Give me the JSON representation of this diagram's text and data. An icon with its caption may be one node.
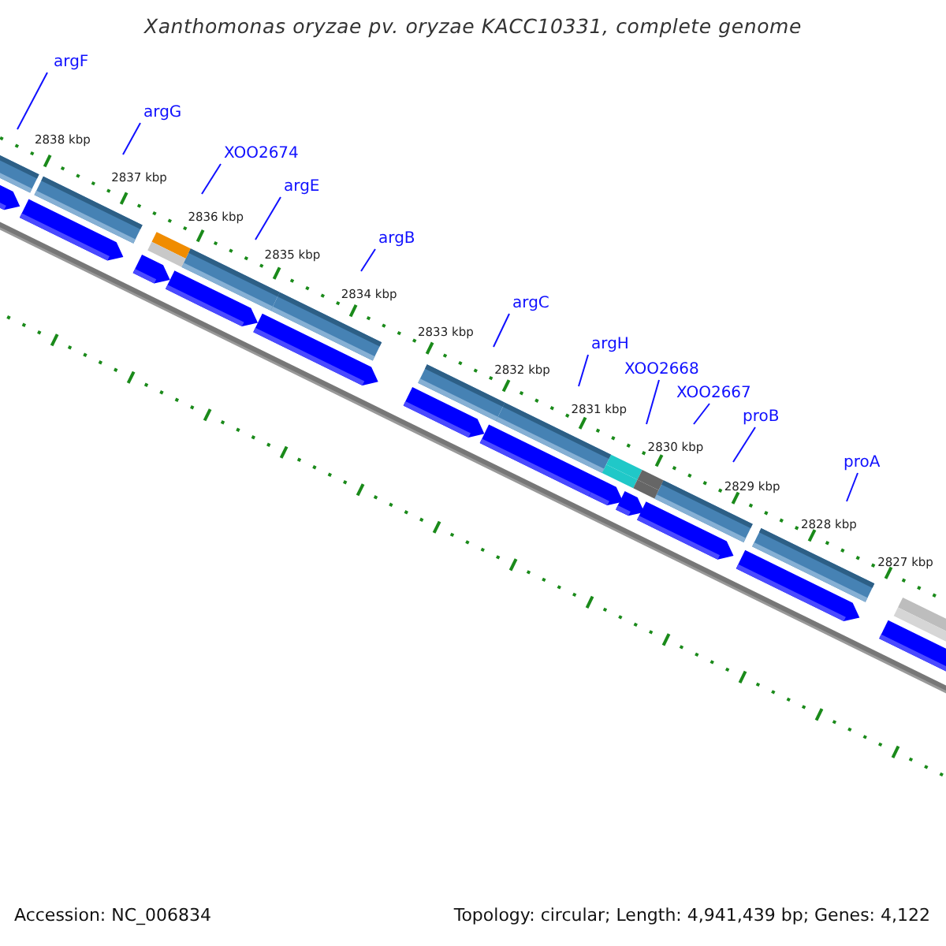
{
  "diagram": {
    "title": "Xanthomonas oryzae pv. oryzae KACC10331, complete genome",
    "nodes": [
      {
        "text": [
          "argF"
        ]
      },
      {
        "text": [
          "argG"
        ]
      },
      {
        "text": [
          "XOO2674"
        ]
      },
      {
        "text": [
          "argE"
        ]
      },
      {
        "text": [
          "argB"
        ]
      },
      {
        "text": [
          "argC"
        ]
      },
      {
        "text": [
          "argH"
        ]
      },
      {
        "text": [
          "XOO2668"
        ]
      },
      {
        "text": [
          "XOO2667"
        ]
      },
      {
        "text": [
          "proB"
        ]
      },
      {
        "text": [
          "proA"
        ]
      }
    ],
    "edges": [
      {
        "from": 0,
        "to": null,
        "arrow": "none"
      },
      {
        "from": 1,
        "to": null,
        "arrow": "none"
      },
      {
        "from": 2,
        "to": null,
        "arrow": "none"
      },
      {
        "from": 3,
        "to": null,
        "arrow": "none"
      },
      {
        "from": 4,
        "to": null,
        "arrow": "none"
      },
      {
        "from": 5,
        "to": null,
        "arrow": "none"
      },
      {
        "from": 6,
        "to": null,
        "arrow": "none"
      },
      {
        "from": 7,
        "to": null,
        "arrow": "none"
      },
      {
        "from": 8,
        "to": null,
        "arrow": "none"
      },
      {
        "from": 9,
        "to": null,
        "arrow": "none"
      },
      {
        "from": 10,
        "to": null,
        "arrow": "none"
      }
    ],
    "labels": [
      "2838 kbp",
      "2837 kbp",
      "2836 kbp",
      "2835 kbp",
      "2834 kbp",
      "2833 kbp",
      "2832 kbp",
      "2831 kbp",
      "2830 kbp",
      "2829 kbp",
      "2828 kbp",
      "2827 kbp",
      "Accession: NC_006834",
      "Topology: circular; Length: 4,941,439 bp; Genes: 4,122"
    ]
  }
}
